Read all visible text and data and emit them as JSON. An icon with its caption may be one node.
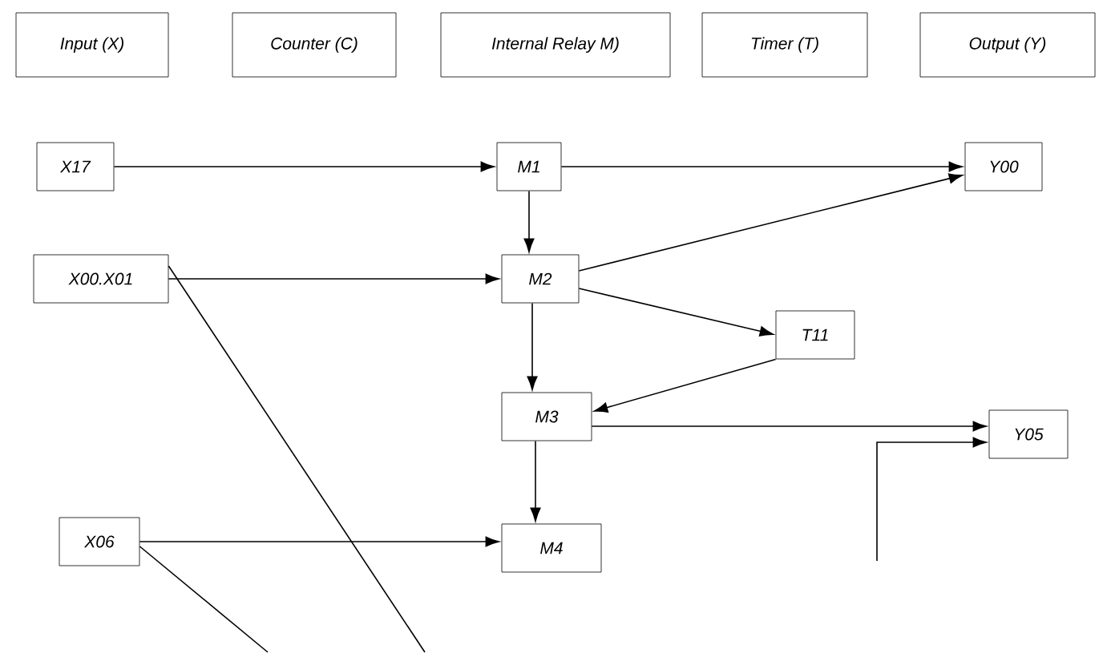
{
  "diagram": {
    "nodes": [
      {
        "text": [
          "Input (X)"
        ]
      },
      {
        "text": [
          "Counter (C)"
        ]
      },
      {
        "text": [
          "Internal Relay M)"
        ]
      },
      {
        "text": [
          "Timer (T)"
        ]
      },
      {
        "text": [
          "Output (Y)"
        ]
      },
      {
        "text": [
          "X17"
        ]
      },
      {
        "text": [
          "M1"
        ]
      },
      {
        "text": [
          "Y00"
        ]
      },
      {
        "text": [
          "X00.X01"
        ]
      },
      {
        "text": [
          "M2"
        ]
      },
      {
        "text": [
          "T11"
        ]
      },
      {
        "text": [
          "M3"
        ]
      },
      {
        "text": [
          "Y05"
        ]
      },
      {
        "text": [
          "X06"
        ]
      },
      {
        "text": [
          "M4"
        ]
      }
    ],
    "edges": [
      {
        "from": 5,
        "to": 6,
        "arrow": "to"
      },
      {
        "from": 6,
        "to": 7,
        "arrow": "to"
      },
      {
        "from": 6,
        "to": 9,
        "arrow": "to"
      },
      {
        "from": 9,
        "to": 7,
        "arrow": "to"
      },
      {
        "from": 8,
        "to": 9,
        "arrow": "to"
      },
      {
        "from": 9,
        "to": 10,
        "arrow": "to"
      },
      {
        "from": 9,
        "to": 11,
        "arrow": "to"
      },
      {
        "from": 10,
        "to": 11,
        "arrow": "to"
      },
      {
        "from": 11,
        "to": 12,
        "arrow": "to"
      },
      {
        "from": 11,
        "to": 14,
        "arrow": "to"
      },
      {
        "from": 13,
        "to": 14,
        "arrow": "to"
      },
      {
        "from": 8,
        "to": null,
        "arrow": "none"
      },
      {
        "from": 13,
        "to": null,
        "arrow": "none"
      },
      {
        "from": null,
        "to": 12,
        "arrow": "to"
      }
    ]
  }
}
